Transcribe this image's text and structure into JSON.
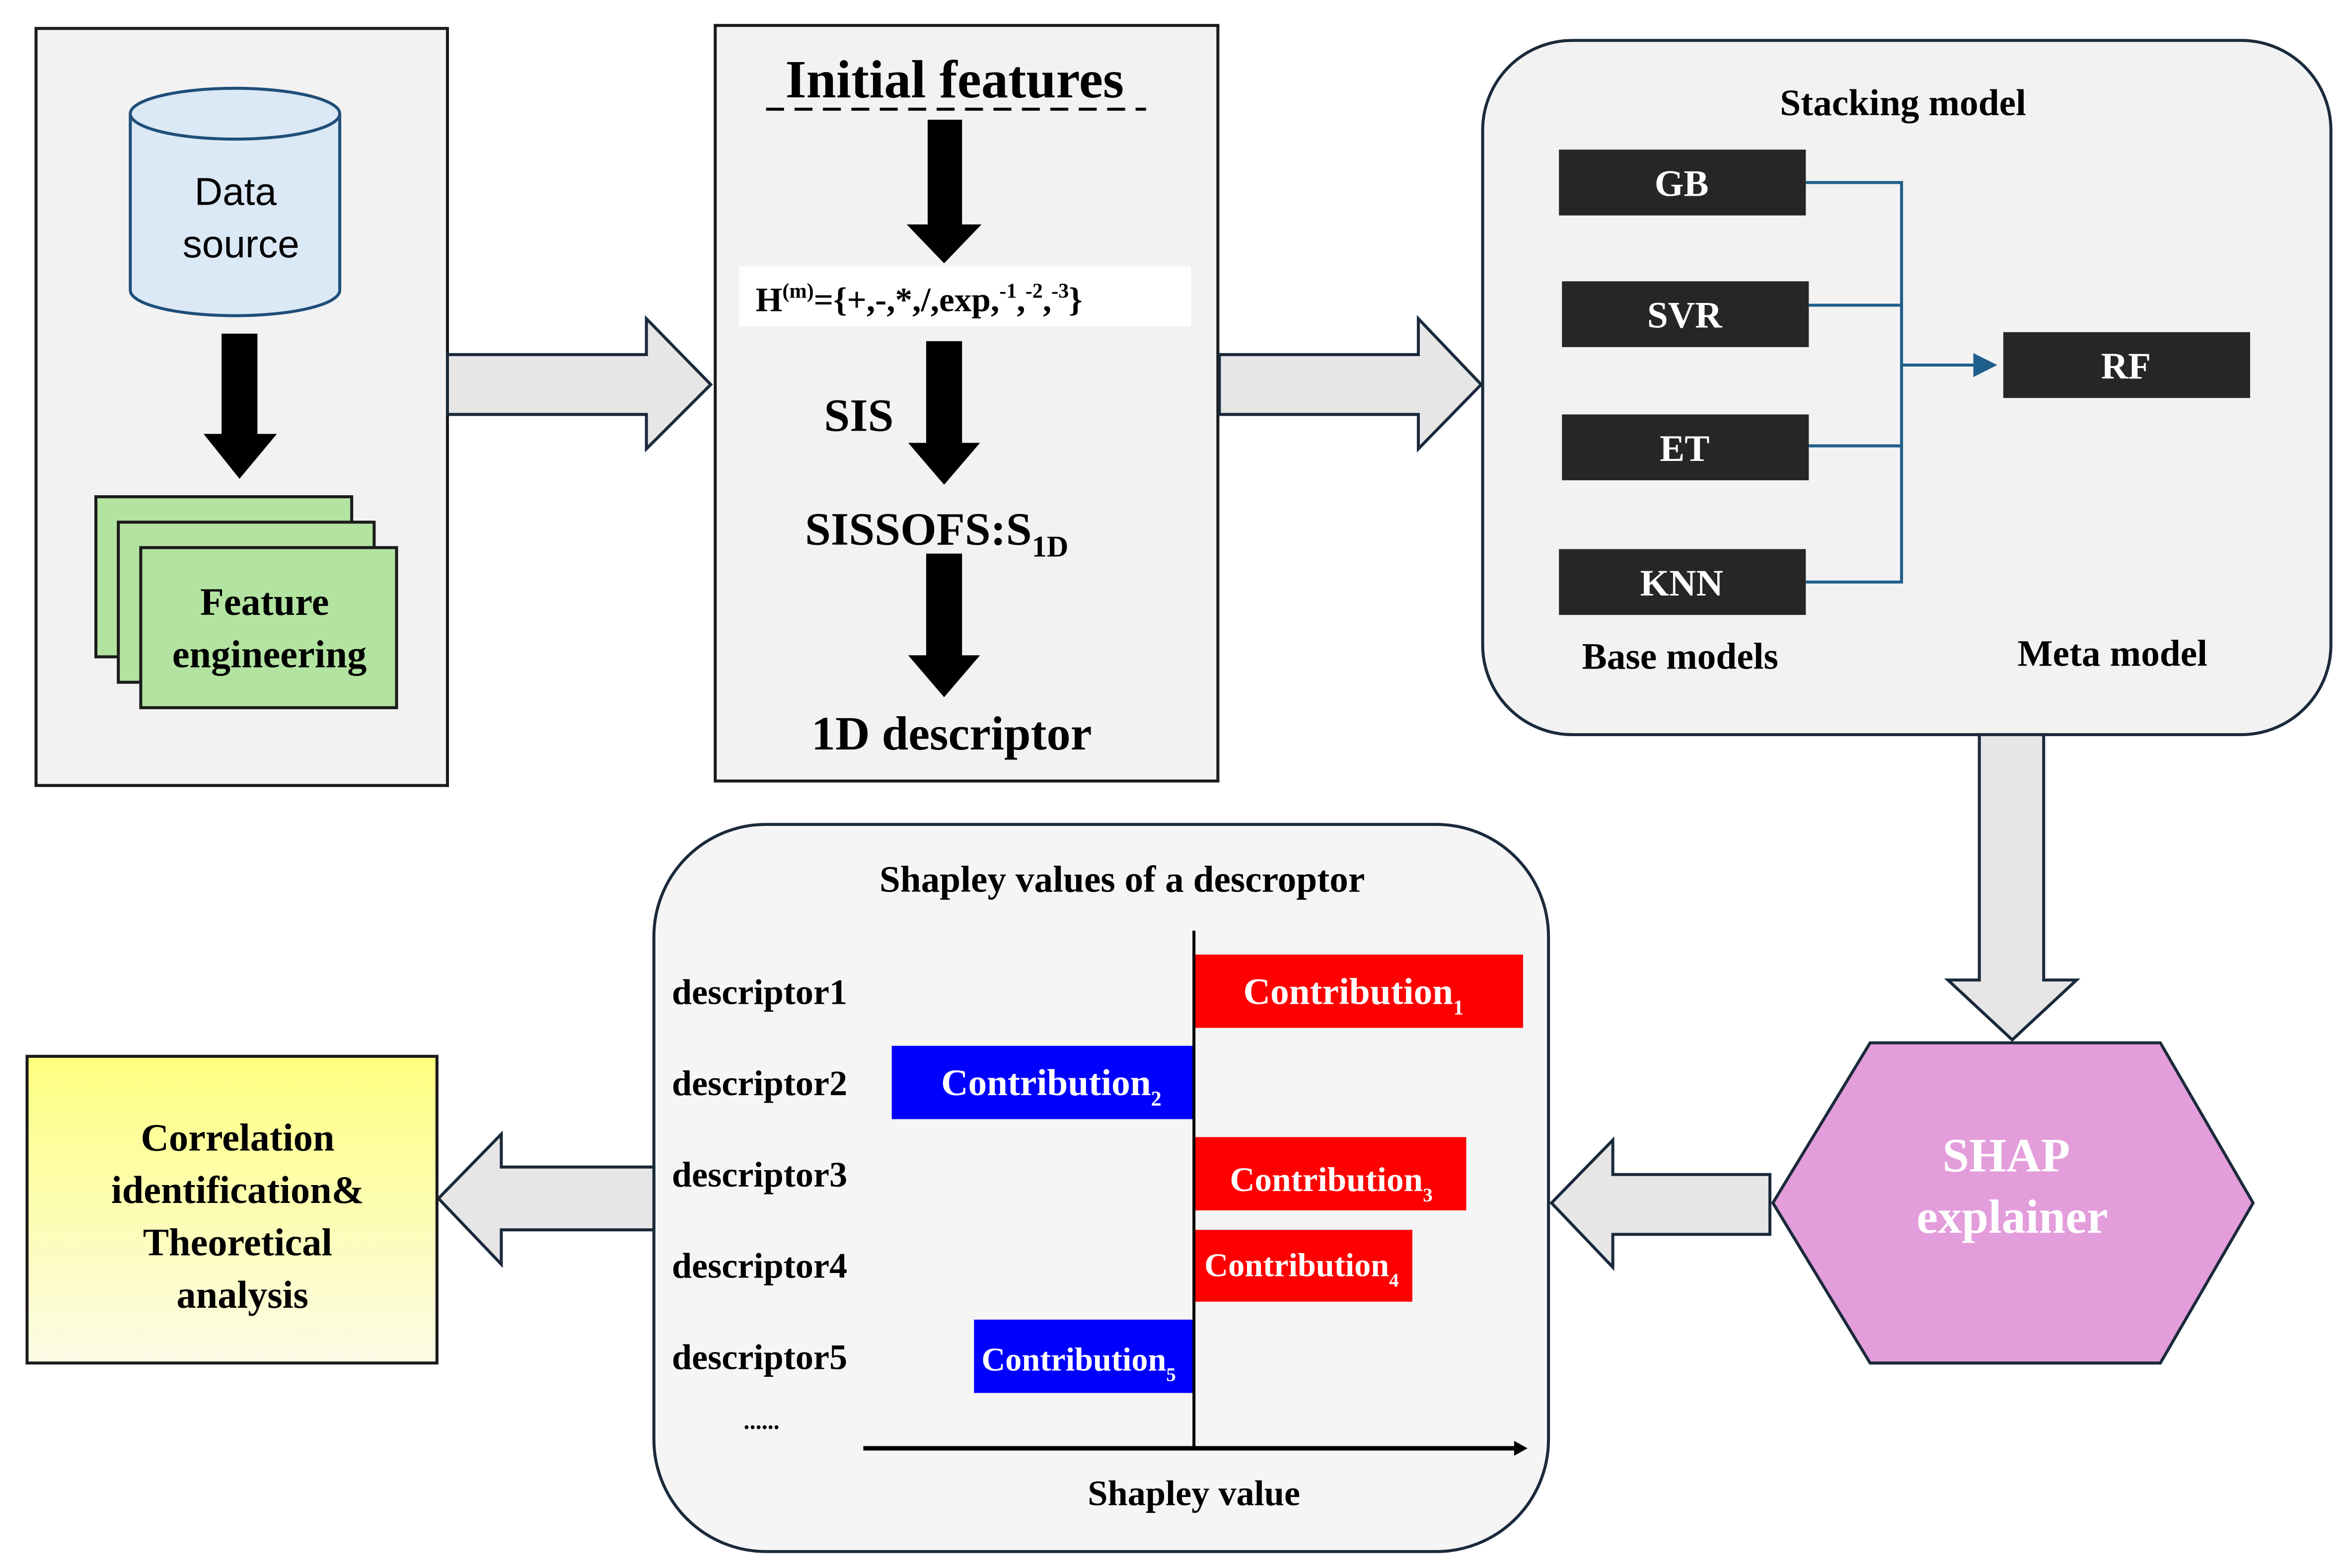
{
  "data_panel": {
    "data_source": [
      "Data",
      "source"
    ],
    "feature_engineering": [
      "Feature",
      "engineering"
    ]
  },
  "feature_panel": {
    "title": "Initial features",
    "operator_set": {
      "base": "H",
      "sup": "(m)",
      "body": "={+,-,*,/,exp,",
      "e1": "-1",
      "c1": ",",
      "e2": "-2",
      "c2": ",",
      "e3": "-3",
      "end": "}"
    },
    "sis": "SIS",
    "sissofs": {
      "main": "SISSOFS:S",
      "sub": "1D"
    },
    "result": "1D descriptor"
  },
  "stacking_panel": {
    "title": "Stacking model",
    "base_models": [
      "GB",
      "SVR",
      "ET",
      "KNN"
    ],
    "base_models_label": "Base models",
    "meta_model": "RF",
    "meta_model_label": "Meta model"
  },
  "shap_explainer": [
    "SHAP",
    "explainer"
  ],
  "shapley_panel": {
    "title": "Shapley values of a descroptor",
    "descriptors": [
      "descriptor1",
      "descriptor2",
      "descriptor3",
      "descriptor4",
      "descriptor5"
    ],
    "ellipsis": "......",
    "contributions": [
      {
        "label": "Contribution",
        "sub": "1",
        "sign": "positive"
      },
      {
        "label": "Contribution",
        "sub": "2",
        "sign": "negative"
      },
      {
        "label": "Contribution",
        "sub": "3",
        "sign": "positive"
      },
      {
        "label": "Contribution",
        "sub": "4",
        "sign": "positive"
      },
      {
        "label": "Contribution",
        "sub": "5",
        "sign": "negative"
      }
    ],
    "axis_label": "Shapley value"
  },
  "conclusion": [
    "Correlation",
    "identification&",
    "Theoretical",
    "analysis"
  ],
  "colors": {
    "positive": "#ff0000",
    "negative": "#0000ff",
    "shap": "#e39ddb",
    "model_box": "#262626",
    "feature_eng": "#b3e3a0",
    "cylinder": "#dbe8f5",
    "connector": "#1f5f8b"
  }
}
